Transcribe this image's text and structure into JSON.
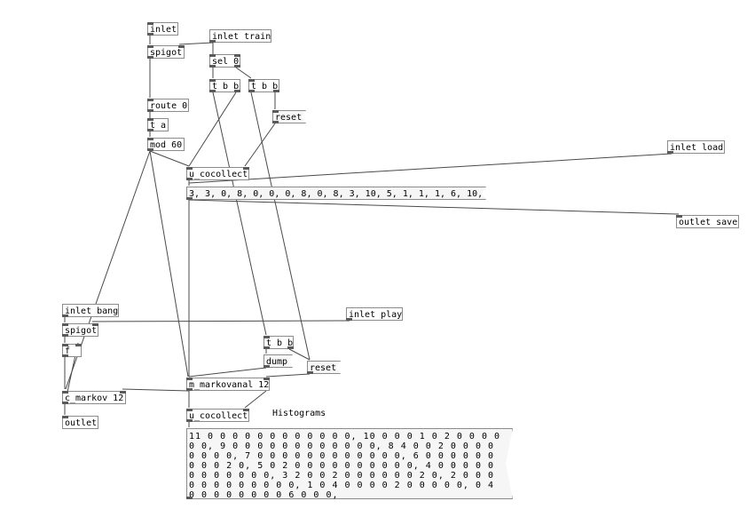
{
  "objects": {
    "inlet_top": "inlet",
    "spigot_top": "spigot",
    "inlet_train": "inlet train",
    "sel": "sel 0",
    "tbb1": "t b b",
    "tbb2": "t b b",
    "reset1": "reset",
    "route": "route 0",
    "ta": "t a",
    "mod": "mod 60",
    "u_cocollect1": "u_cocollect",
    "inlet_load": "inlet load",
    "list_msg": "3, 3, 0, 8, 0, 0, 0, 8, 0, 8, 3, 10, 5, 1, 1, 1, 6, 10,",
    "outlet_save": "outlet save",
    "inlet_bang": "inlet bang",
    "inlet_play": "inlet play",
    "spigot_bottom": "spigot",
    "f": "f",
    "tbb3": "t b b",
    "dump": "dump",
    "reset2": "reset",
    "m_markovanal": "m_markovanal 12",
    "c_markov": "c_markov 12",
    "outlet": "outlet",
    "u_cocollect2": "u_cocollect",
    "histogram_msg": "11 0 0 0 0 0 0 0 0 0 0 0 0, 10 0 0 0 1 0 2 0 0 0 0 0 0, 9 0 0 0 0 0 0 0 0 0 0 0 0, 8 4 0 0 2 0 0 0 0 0 0 0 0, 7 0 0 0 0 0 0 0 0 0 0 0 0, 6 0 0 0 0 0 0 0 0 0 2 0, 5 0 2 0 0 0 0 0 0 0 0 0 0, 4 0 0 0 0 0 0 0 0 0 0 0 0, 3 2 0 0 2 0 0 0 0 0 0 2 0, 2 0 0 0 0 0 0 0 0 0 0 0 0, 1 0 4 0 0 0 0 2 0 0 0 0 0, 0 4 0 0 0 0 0 0 0 0 6 0 0 0,"
  },
  "comments": {
    "histograms": "Histograms"
  }
}
